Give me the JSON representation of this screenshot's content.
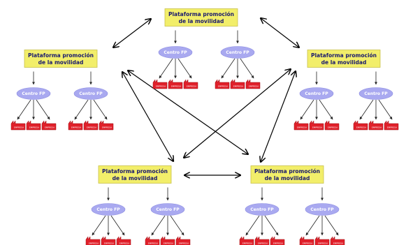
{
  "diagram": {
    "platform_label_line1": "Plataforma promoción",
    "platform_label_line2": "de la movilidad",
    "centre_label": "Centro FP",
    "company_label": "EMPRESA",
    "colors": {
      "platform_fill": "#f2ee6a",
      "platform_stroke": "#c9c24a",
      "centre_fill": "#a9a9f0",
      "company_fill": "#e0202a",
      "line": "#000000"
    },
    "platform_count": 5,
    "centres_per_platform": 2,
    "companies_per_centre": 3,
    "bidirectional_connections": [
      [
        "platform-left",
        "platform-top"
      ],
      [
        "platform-top",
        "platform-right"
      ],
      [
        "platform-left",
        "platform-bottom-left"
      ],
      [
        "platform-left",
        "platform-bottom-right"
      ],
      [
        "platform-right",
        "platform-bottom-left"
      ],
      [
        "platform-right",
        "platform-bottom-right"
      ],
      [
        "platform-bottom-left",
        "platform-bottom-right"
      ]
    ]
  }
}
